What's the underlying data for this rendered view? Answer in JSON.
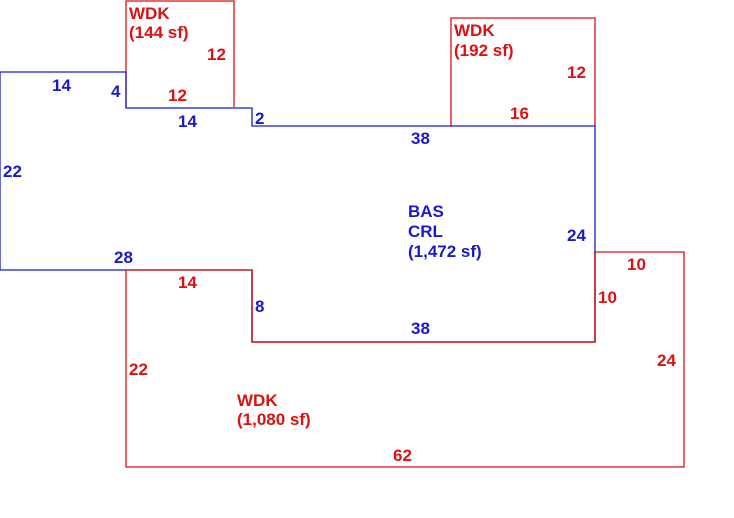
{
  "colors": {
    "main_structure": "#1a1acc",
    "deck": "#dd1111",
    "background": "#ffffff"
  },
  "main_area": {
    "labels": [
      "BAS",
      "CRL",
      "(1,472 sf)"
    ],
    "dims": [
      "14",
      "4",
      "14",
      "2",
      "38",
      "22",
      "24",
      "28",
      "8",
      "38"
    ]
  },
  "deck_small": {
    "labels": [
      "WDK",
      "(144 sf)"
    ],
    "dims": [
      "12",
      "12"
    ]
  },
  "deck_mid": {
    "labels": [
      "WDK",
      "(192 sf)"
    ],
    "dims": [
      "12",
      "16"
    ]
  },
  "deck_large": {
    "labels": [
      "WDK",
      "(1,080 sf)"
    ],
    "dims": [
      "14",
      "22",
      "10",
      "10",
      "24",
      "62"
    ]
  }
}
